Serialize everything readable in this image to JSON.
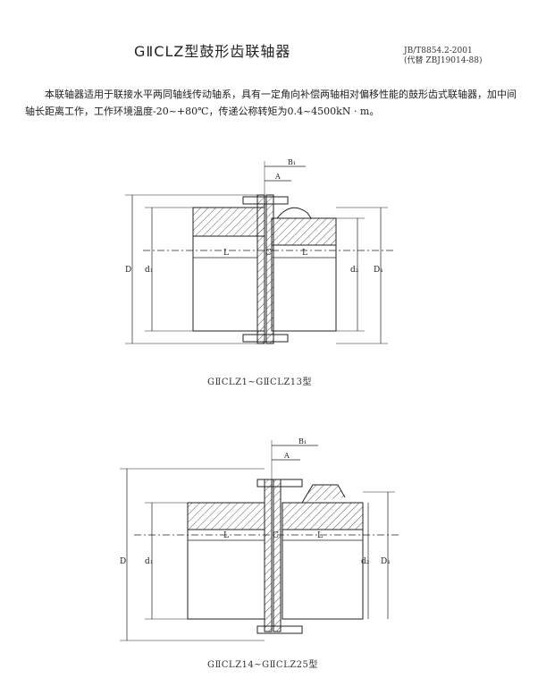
{
  "header": {
    "title": "GⅡCLZ型鼓形齿联轴器",
    "standard": "JB/T8854.2-2001",
    "replaces": "(代替 ZBJ19014-88)"
  },
  "description": "本联轴器适用于联接水平两同轴线传动轴系，具有一定角向补偿两轴相对偏移性能的鼓形齿式联轴器，加中间轴长距离工作，工作环境温度-20~+80℃，传递公称转矩为0.4~4500kN · m。",
  "figure1": {
    "caption": "GⅡCLZ1~GⅡCLZ13型",
    "labels": {
      "B1": "B₁",
      "A": "A",
      "L_left": "L",
      "C": "C",
      "L_right": "L",
      "D": "D",
      "d1": "d₁",
      "d2": "d₂",
      "D1": "D₁"
    }
  },
  "figure2": {
    "caption": "GⅡCLZ14~GⅡCLZ25型",
    "labels": {
      "B1": "B₁",
      "A": "A",
      "L_left": "L",
      "C": "C",
      "L_right": "L",
      "D": "D",
      "d1": "d₁",
      "d2": "d₂",
      "D1": "D₁"
    }
  }
}
